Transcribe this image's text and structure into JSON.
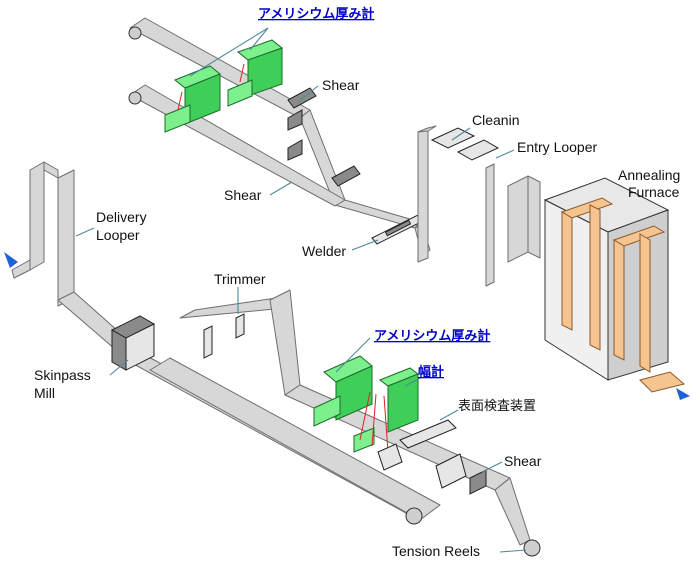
{
  "labels": {
    "amerisium_top": "アメリシウム厚み計",
    "shear_top": "Shear",
    "cleanin": "Cleanin",
    "entry_looper": "Entry Looper",
    "annealing_furnace_1": "Annealing",
    "annealing_furnace_2": "Furnace",
    "shear_mid": "Shear",
    "delivery_looper_1": "Delivery",
    "delivery_looper_2": "Looper",
    "welder": "Welder",
    "trimmer": "Trimmer",
    "amerisium_bottom": "アメリシウム厚み計",
    "skinpass_mill_1": "Skinpass",
    "skinpass_mill_2": "Mill",
    "width_gauge": "幅計",
    "surface_inspection": "表面検査装置",
    "shear_bottom": "Shear",
    "tension_reels": "Tension Reels"
  },
  "colors": {
    "strip": "#d7d7d7",
    "gauge": "#7cf08c",
    "furnace_tube": "#f5c48f",
    "flow_arrow": "#1e63d6",
    "link": "#0000cc"
  },
  "icons": {
    "flow_in": "arrow-left-icon",
    "flow_out": "arrow-right-icon"
  }
}
